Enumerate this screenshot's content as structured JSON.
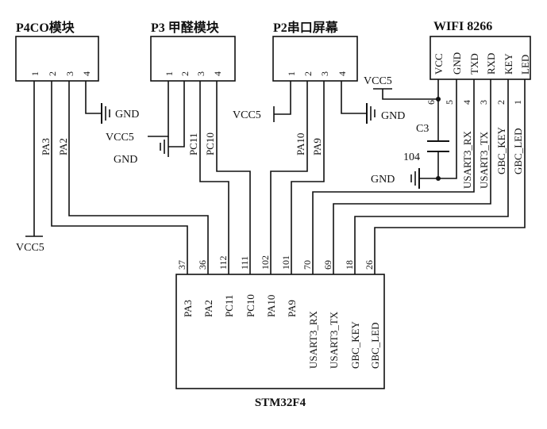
{
  "modules": {
    "p4co": {
      "title": "P4CO模块",
      "pins": [
        "1",
        "2",
        "3",
        "4"
      ]
    },
    "p3": {
      "title": "P3 甲醛模块",
      "pins": [
        "1",
        "2",
        "3",
        "4"
      ]
    },
    "p2": {
      "title": "P2串口屏幕",
      "pins": [
        "1",
        "2",
        "3",
        "4"
      ]
    },
    "wifi": {
      "title": "WIFI 8266",
      "pins": [
        "VCC",
        "GND",
        "TXD",
        "RXD",
        "KEY",
        "LED"
      ],
      "pin_numbers": [
        "6",
        "5",
        "4",
        "3",
        "2",
        "1"
      ]
    }
  },
  "power": {
    "vcc": "VCC5",
    "gnd": "GND"
  },
  "capacitor": {
    "ref": "C3",
    "value": "104"
  },
  "signals": {
    "pa3": "PA3",
    "pa2": "PA2",
    "pc11": "PC11",
    "pc10": "PC10",
    "pa10": "PA10",
    "pa9": "PA9",
    "usart3_rx": "USART3_RX",
    "usart3_tx": "USART3_TX",
    "gbc_key": "GBC_KEY",
    "gbc_led": "GBC_LED"
  },
  "mcu": {
    "name": "STM32F4",
    "pins": [
      "37",
      "36",
      "112",
      "111",
      "102",
      "101",
      "70",
      "69",
      "18",
      "26"
    ],
    "labels": [
      "PA3",
      "PA2",
      "PC11",
      "PC10",
      "PA10",
      "PA9",
      "USART3_RX",
      "USART3_TX",
      "GBC_KEY",
      "GBC_LED"
    ]
  }
}
